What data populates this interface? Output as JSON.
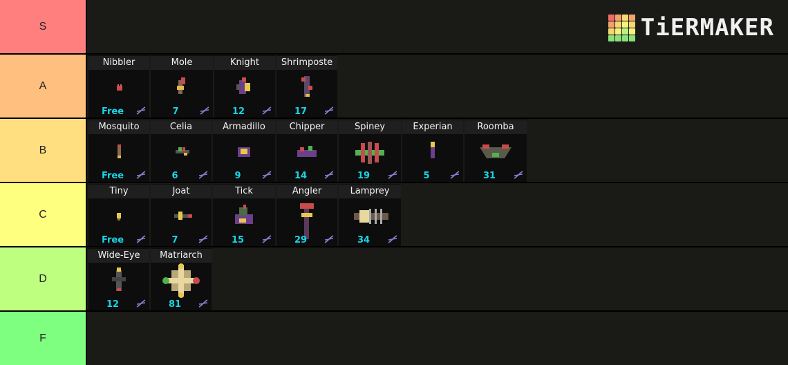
{
  "logo": {
    "text": "TiERMAKER",
    "colors": [
      "#f26b6b",
      "#f4a26a",
      "#f7d774",
      "#f4a26a",
      "#f4a26a",
      "#f7d774",
      "#f7f37a",
      "#f7d774",
      "#f7d774",
      "#f7f37a",
      "#b9f08a",
      "#f7f37a",
      "#8ce17a",
      "#8ce17a",
      "#8ce17a",
      "#8ce17a"
    ]
  },
  "currency_icon": "dna-icon",
  "tiers": [
    {
      "label": "S",
      "color": "#ff7f7f",
      "items": []
    },
    {
      "label": "A",
      "color": "#ffbf7f",
      "items": [
        {
          "name": "Nibbler",
          "cost": "Free"
        },
        {
          "name": "Mole",
          "cost": "7"
        },
        {
          "name": "Knight",
          "cost": "12"
        },
        {
          "name": "Shrimposte",
          "cost": "17"
        }
      ]
    },
    {
      "label": "B",
      "color": "#ffdf7f",
      "items": [
        {
          "name": "Mosquito",
          "cost": "Free"
        },
        {
          "name": "Celia",
          "cost": "6"
        },
        {
          "name": "Armadillo",
          "cost": "9"
        },
        {
          "name": "Chipper",
          "cost": "14"
        },
        {
          "name": "Spiney",
          "cost": "19"
        },
        {
          "name": "Experian",
          "cost": "5"
        },
        {
          "name": "Roomba",
          "cost": "31"
        }
      ]
    },
    {
      "label": "C",
      "color": "#ffff7f",
      "items": [
        {
          "name": "Tiny",
          "cost": "Free"
        },
        {
          "name": "Joat",
          "cost": "7"
        },
        {
          "name": "Tick",
          "cost": "15"
        },
        {
          "name": "Angler",
          "cost": "29"
        },
        {
          "name": "Lamprey",
          "cost": "34"
        }
      ]
    },
    {
      "label": "D",
      "color": "#bfff7f",
      "items": [
        {
          "name": "Wide-Eye",
          "cost": "12"
        },
        {
          "name": "Matriarch",
          "cost": "81"
        }
      ]
    },
    {
      "label": "F",
      "color": "#7fff7f",
      "items": []
    }
  ]
}
